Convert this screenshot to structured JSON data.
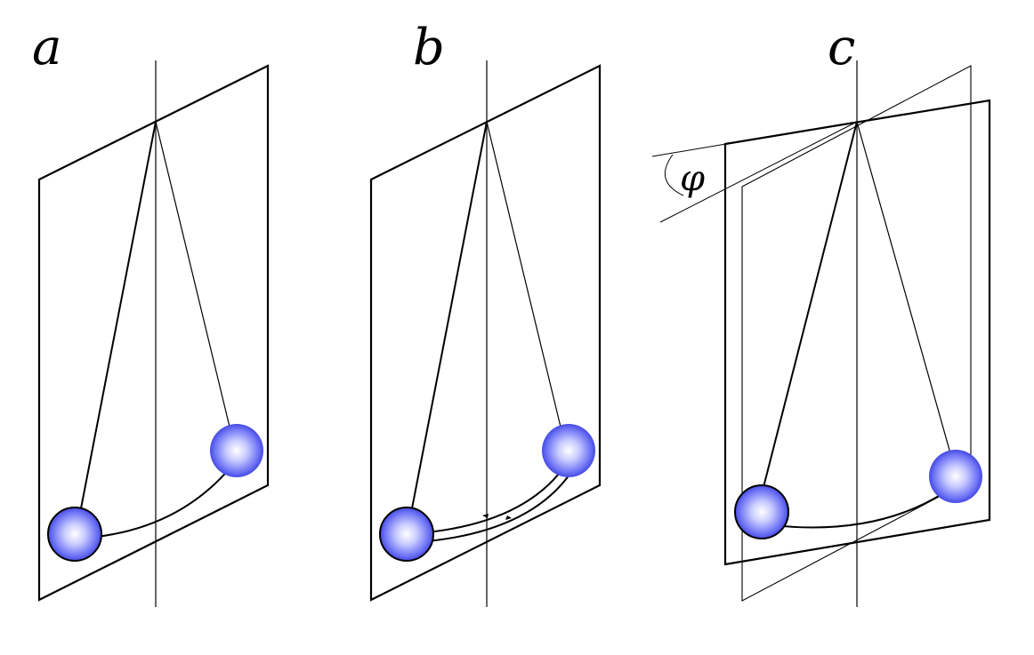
{
  "panels": [
    {
      "id": "a",
      "label": "a"
    },
    {
      "id": "b",
      "label": "b"
    },
    {
      "id": "c",
      "label": "c",
      "angle_label": "φ"
    }
  ],
  "colors": {
    "ball_center": "#ffffff",
    "ball_mid": "#8f94ff",
    "ball_edge": "#2a2fe0",
    "ink": "#000000"
  }
}
